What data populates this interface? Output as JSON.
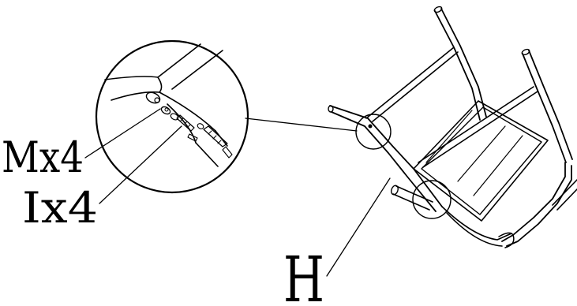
{
  "callouts": {
    "part_m": "Mx4",
    "part_i": "Ix4",
    "part_h": "H"
  }
}
